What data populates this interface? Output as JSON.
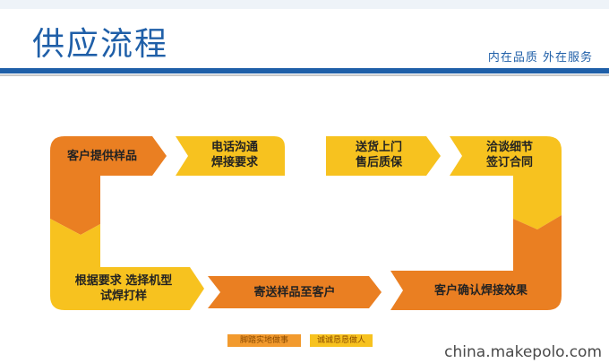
{
  "header": {
    "title": "供应流程",
    "slogan": "内在品质  外在服务"
  },
  "flow": {
    "steps": [
      {
        "id": "step1",
        "lines": [
          "客户提供样品"
        ]
      },
      {
        "id": "step2",
        "lines": [
          "电话沟通",
          "焊接要求"
        ]
      },
      {
        "id": "step3",
        "lines": [
          "根据要求 选择机型",
          "试焊打样"
        ]
      },
      {
        "id": "step4",
        "lines": [
          "寄送样品至客户"
        ]
      },
      {
        "id": "step5",
        "lines": [
          "客户确认焊接效果"
        ]
      },
      {
        "id": "step6",
        "lines": [
          "洽谈细节",
          "签订合同"
        ]
      },
      {
        "id": "step7",
        "lines": [
          "送货上门",
          "售后质保"
        ]
      }
    ]
  },
  "footer": {
    "tags": [
      "脚踏实地做事",
      "诚诚恳恳做人"
    ],
    "watermark": "china.makepolo.com"
  },
  "colors": {
    "orange": "#ea7f22",
    "yellow": "#f7c21f",
    "blue": "#1f5fa8"
  }
}
